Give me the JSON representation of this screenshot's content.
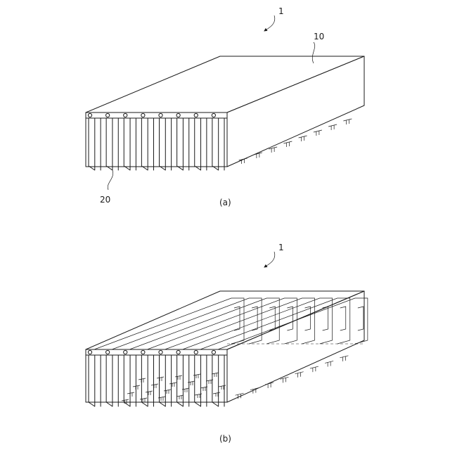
{
  "figure_a": {
    "ref_assembly": "1",
    "ref_housing": "10",
    "ref_plate": "20",
    "caption": "(a)"
  },
  "figure_b": {
    "ref_assembly": "1",
    "caption": "(b)"
  },
  "fin_count": 8
}
